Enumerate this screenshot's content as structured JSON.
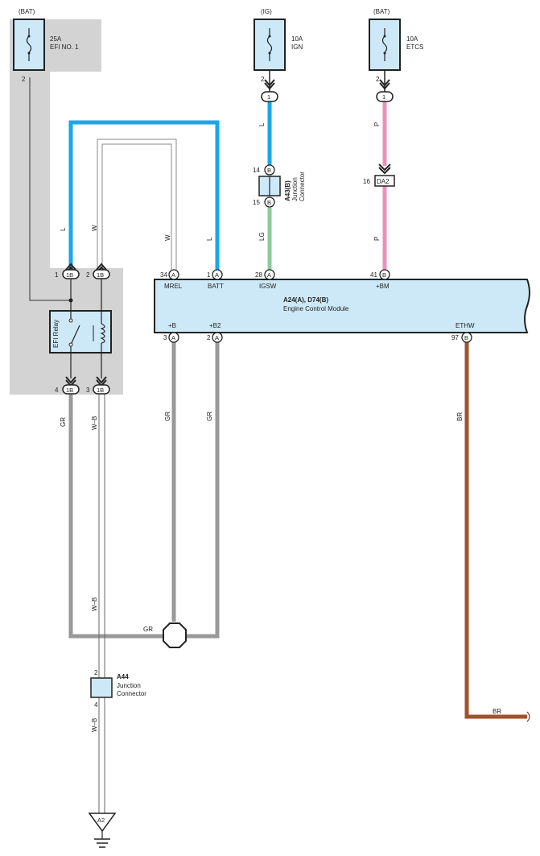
{
  "colors": {
    "blue": "#1aa7e8",
    "pink": "#ee8fbf",
    "green": "#8fcb98",
    "grey": "#999999",
    "brown": "#a0522d",
    "box": "#cde9f8",
    "shade": "#d3d3d3"
  },
  "fuse_efi": {
    "source": "(BAT)",
    "rating": "25A",
    "name": "EFI NO. 1",
    "pin": "2"
  },
  "fuse_ign": {
    "source": "(IG)",
    "rating": "10A",
    "name": "IGN",
    "pin": "2",
    "conn": "1"
  },
  "fuse_etcs": {
    "source": "(BAT)",
    "rating": "10A",
    "name": "ETCS",
    "pin": "2",
    "conn": "1"
  },
  "junction_a43": {
    "code": "A43(B)",
    "line1": "Junction",
    "line2": "Connector",
    "pin_top": "14",
    "pin_top_conn": "B",
    "pin_bot": "15",
    "pin_bot_conn": "B"
  },
  "connector_da2": {
    "pin": "16",
    "code": "DA2"
  },
  "relay": {
    "name": "EFI Relay",
    "conn": "1B",
    "pin_tl": "1",
    "pin_tr": "2",
    "pin_bl": "4",
    "pin_br": "3"
  },
  "ecm": {
    "code": "A24(A), D74(B)",
    "name": "Engine Control Module",
    "top_pins": [
      {
        "num": "34",
        "conn": "A",
        "label": "MREL"
      },
      {
        "num": "1",
        "conn": "A",
        "label": "BATT"
      },
      {
        "num": "28",
        "conn": "A",
        "label": "IGSW"
      },
      {
        "num": "41",
        "conn": "B",
        "label": "+BM"
      }
    ],
    "bottom_pins": [
      {
        "num": "3",
        "conn": "A",
        "label": "+B"
      },
      {
        "num": "2",
        "conn": "A",
        "label": "+B2"
      },
      {
        "num": "97",
        "conn": "B",
        "label": "ETHW"
      }
    ]
  },
  "wires": {
    "l": "L",
    "w": "W",
    "lg": "LG",
    "p": "P",
    "gr": "GR",
    "wb": "W–B",
    "br": "BR"
  },
  "junction_a44": {
    "code": "A44",
    "line1": "Junction",
    "line2": "Connector",
    "pin_top": "2",
    "pin_bot": "4"
  },
  "ground": {
    "code": "A2"
  }
}
